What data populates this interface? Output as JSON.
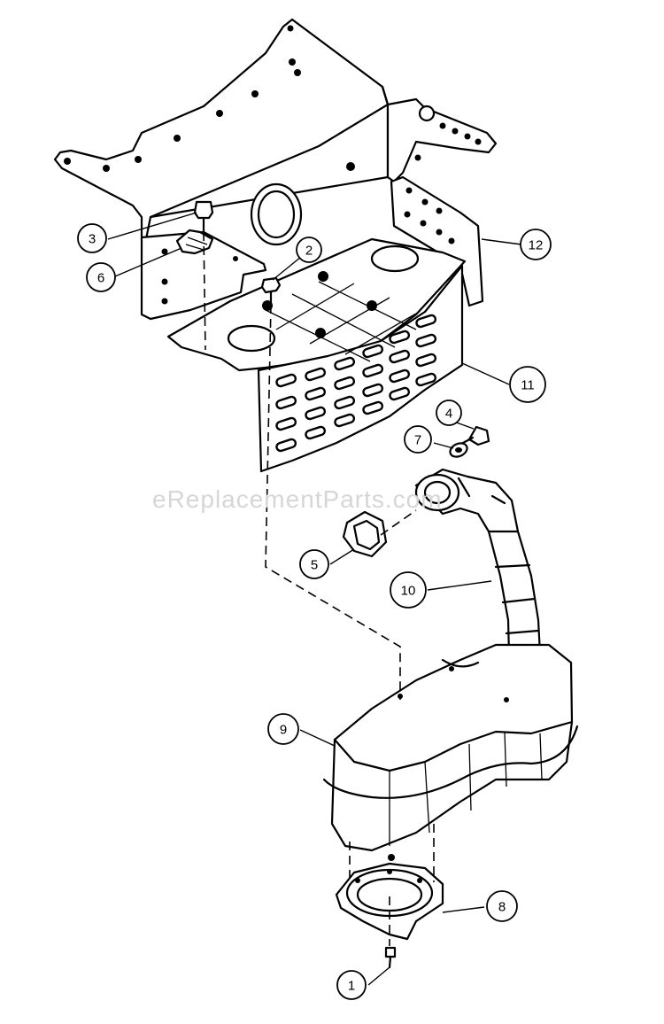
{
  "watermark": "eReplacementParts.com",
  "callouts": [
    {
      "label": "1"
    },
    {
      "label": "2"
    },
    {
      "label": "3"
    },
    {
      "label": "4"
    },
    {
      "label": "5"
    },
    {
      "label": "6"
    },
    {
      "label": "7"
    },
    {
      "label": "8"
    },
    {
      "label": "9"
    },
    {
      "label": "10"
    },
    {
      "label": "11"
    },
    {
      "label": "12"
    }
  ]
}
